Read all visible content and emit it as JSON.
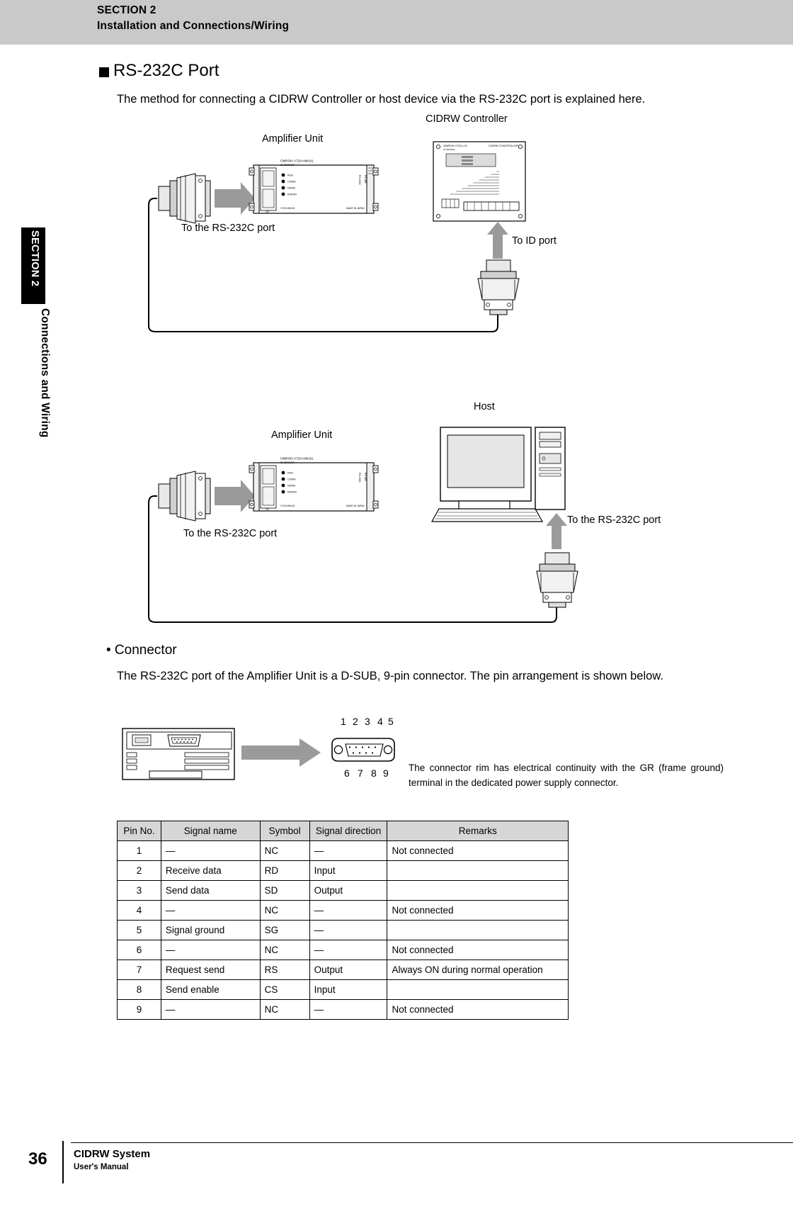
{
  "header": {
    "section": "SECTION 2",
    "subtitle": "Installation and Connections/Wiring"
  },
  "side_rail": {
    "tab_label": "SECTION 2",
    "vertical_title": "Connections and Wiring"
  },
  "footer": {
    "page_number": "36",
    "product": "CIDRW System",
    "doc_type": "User's Manual"
  },
  "main": {
    "heading": "RS-232C Port",
    "intro": "The method for connecting a CIDRW Controller or host device via the RS-232C port is explained here.",
    "connector_bullet": "• Connector",
    "connector_text": "The RS-232C port of the Amplifier Unit is a D-SUB, 9-pin connector. The pin arrangement is shown below.",
    "rim_note": "The connector rim has electrical continuity with the GR (frame ground) terminal in the dedicated power supply connector."
  },
  "diagram": {
    "label_cidrw_controller": "CIDRW Controller",
    "label_amplifier_unit_1": "Amplifier Unit",
    "label_to_rs232c_1": "To the RS-232C port",
    "label_to_id_port": "To ID port",
    "label_host": "Host",
    "label_amplifier_unit_2": "Amplifier Unit",
    "label_to_rs232c_2": "To the RS-232C port",
    "label_to_rs232c_3": "To the RS-232C port",
    "amp_unit_text": {
      "brand": "OMRON",
      "model": "V720-HMU01",
      "sub": "ID SENSOR",
      "leds": [
        "RUN",
        "COMM",
        "NORM",
        "ERROR"
      ],
      "ports": [
        "RS-232C",
        "RS-485"
      ],
      "bottom_left": "V720-HMU01",
      "bottom_right": "MADE IN JAPAN",
      "ce": "CE"
    },
    "controller_text": {
      "brand": "OMRON",
      "model": "V700-L22",
      "title": "CIDRW CONTROLLER",
      "sub": "ID SENSOR"
    },
    "pin_numbers_top": [
      "1",
      "2",
      "3",
      "4",
      "5"
    ],
    "pin_numbers_bottom": [
      "6",
      "7",
      "8",
      "9"
    ]
  },
  "table": {
    "headers": [
      "Pin No.",
      "Signal name",
      "Symbol",
      "Signal direction",
      "Remarks"
    ],
    "rows": [
      [
        "1",
        "—",
        "NC",
        "—",
        "Not connected"
      ],
      [
        "2",
        "Receive data",
        "RD",
        "Input",
        ""
      ],
      [
        "3",
        "Send data",
        "SD",
        "Output",
        ""
      ],
      [
        "4",
        "—",
        "NC",
        "—",
        "Not connected"
      ],
      [
        "5",
        "Signal ground",
        "SG",
        "—",
        ""
      ],
      [
        "6",
        "—",
        "NC",
        "—",
        "Not connected"
      ],
      [
        "7",
        "Request send",
        "RS",
        "Output",
        "Always ON during normal operation"
      ],
      [
        "8",
        "Send enable",
        "CS",
        "Input",
        ""
      ],
      [
        "9",
        "—",
        "NC",
        "—",
        "Not connected"
      ]
    ]
  },
  "colors": {
    "header_band": "#c9c9c9",
    "table_header": "#d6d6d6",
    "arrow_grey": "#9a9a9a",
    "text": "#000000"
  }
}
